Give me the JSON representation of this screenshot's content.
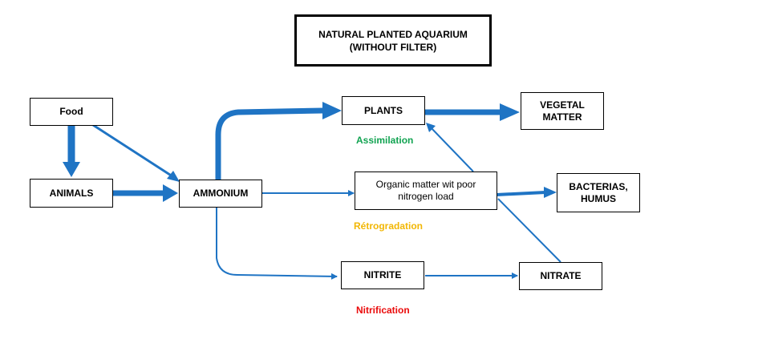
{
  "title": "NATURAL PLANTED AQUARIUM\n(WITHOUT FILTER)",
  "nodes": {
    "food": "Food",
    "animals": "ANIMALS",
    "ammonium": "AMMONIUM",
    "plants": "PLANTS",
    "vegetal_matter": "VEGETAL\nMATTER",
    "organic_matter": "Organic matter wit poor\nnitrogen load",
    "bacterias_humus": "BACTERIAS,\nHUMUS",
    "nitrite": "NITRITE",
    "nitrate": "NITRATE"
  },
  "process_labels": {
    "assimilation": "Assimilation",
    "retrogradation": "Rétrogradation",
    "nitrification": "Nitrification"
  },
  "colors": {
    "arrow": "#1f74c4",
    "assimilation": "#11a351",
    "retrogradation": "#f2b705",
    "nitrification": "#ea0b0b",
    "box_border": "#000000"
  }
}
